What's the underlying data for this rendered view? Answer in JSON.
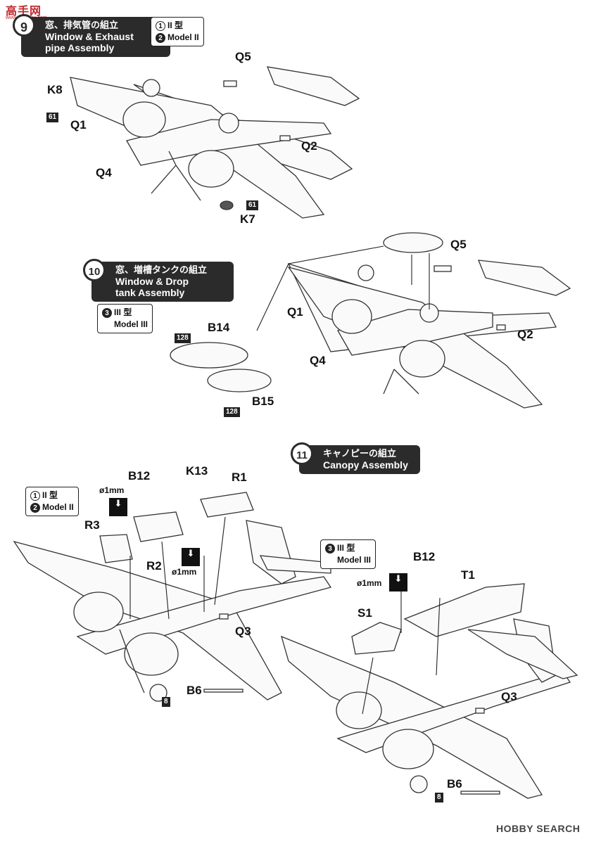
{
  "watermark": {
    "brand": "高手网",
    "url": "www.gaoshou.com"
  },
  "steps": [
    {
      "num": "9",
      "title_jp": "窓、排気管の組立",
      "title_en_1": "Window & Exhaust",
      "title_en_2": "pipe Assembly"
    },
    {
      "num": "10",
      "title_jp": "窓、増槽タンクの組立",
      "title_en_1": "Window & Drop",
      "title_en_2": "tank Assembly"
    },
    {
      "num": "11",
      "title_jp": "キャノピーの組立",
      "title_en_1": "Canopy Assembly",
      "title_en_2": ""
    }
  ],
  "models": {
    "m9": [
      {
        "chip": "1",
        "text": "II 型"
      },
      {
        "chip": "2",
        "text": "Model II"
      }
    ],
    "m10": [
      {
        "chip": "3",
        "text": "III 型"
      },
      {
        "chip": "",
        "text": "Model III"
      }
    ],
    "m11a": [
      {
        "chip": "1",
        "text": "II 型"
      },
      {
        "chip": "2",
        "text": "Model II"
      }
    ],
    "m11b": [
      {
        "chip": "3",
        "text": "III 型"
      },
      {
        "chip": "",
        "text": "Model III"
      }
    ]
  },
  "parts": {
    "q5_a": "Q5",
    "k8": "K8",
    "q1_a": "Q1",
    "q4_a": "Q4",
    "q2_a": "Q2",
    "k7": "K7",
    "q5_b": "Q5",
    "q1_b": "Q1",
    "q4_b": "Q4",
    "q2_b": "Q2",
    "b14": "B14",
    "b15": "B15",
    "b12_a": "B12",
    "k13": "K13",
    "r1": "R1",
    "r3": "R3",
    "r2": "R2",
    "q3_a": "Q3",
    "b6_a": "B6",
    "b12_b": "B12",
    "t1": "T1",
    "s1": "S1",
    "q3_b": "Q3",
    "b6_b": "B6"
  },
  "sprues": {
    "s61_a": "61",
    "s61_b": "61",
    "s128_a": "128",
    "s128_b": "128",
    "s8_a": "8",
    "s8_b": "8"
  },
  "drill": {
    "d1": "ø1mm",
    "d2": "ø1mm",
    "d3": "ø1mm"
  },
  "footer": {
    "hobby": "HOBBY SEARCH"
  }
}
